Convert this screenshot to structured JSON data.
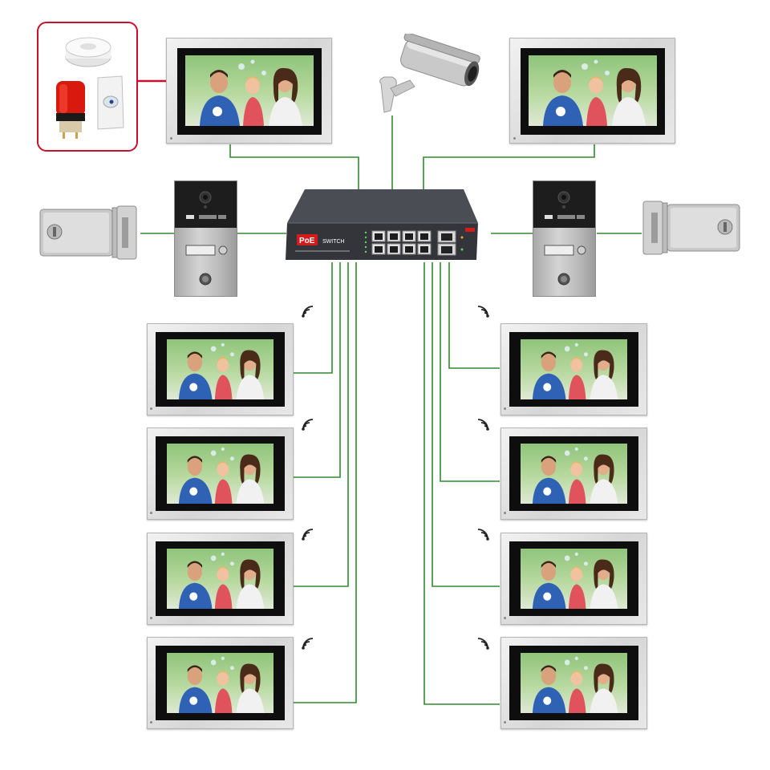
{
  "switch": {
    "brand_label": "PoE",
    "type_label": "SWITCH",
    "port_count": 8,
    "uplink_count": 2
  },
  "colors": {
    "wire": "#2e8b2e",
    "alarm_border": "#c8102e",
    "switch_body": "#3a3c42",
    "monitor_frame": "#dcdcdc",
    "bezel": "#0e0e0e"
  },
  "monitors": {
    "top": [
      "main-monitor-left",
      "main-monitor-right"
    ],
    "left_column": [
      "indoor-monitor-1",
      "indoor-monitor-2",
      "indoor-monitor-3",
      "indoor-monitor-4"
    ],
    "right_column": [
      "indoor-monitor-5",
      "indoor-monitor-6",
      "indoor-monitor-7",
      "indoor-monitor-8"
    ]
  },
  "devices": {
    "camera": "cctv-camera",
    "door_stations": [
      "door-station-left",
      "door-station-right"
    ],
    "locks": [
      "electric-lock-left",
      "electric-lock-right"
    ],
    "alarm_sensors": [
      "smoke-detector",
      "siren-light",
      "pir-sensor"
    ]
  },
  "icons": {
    "wifi_left": "wifi-icon",
    "wifi_right": "wifi-icon"
  }
}
